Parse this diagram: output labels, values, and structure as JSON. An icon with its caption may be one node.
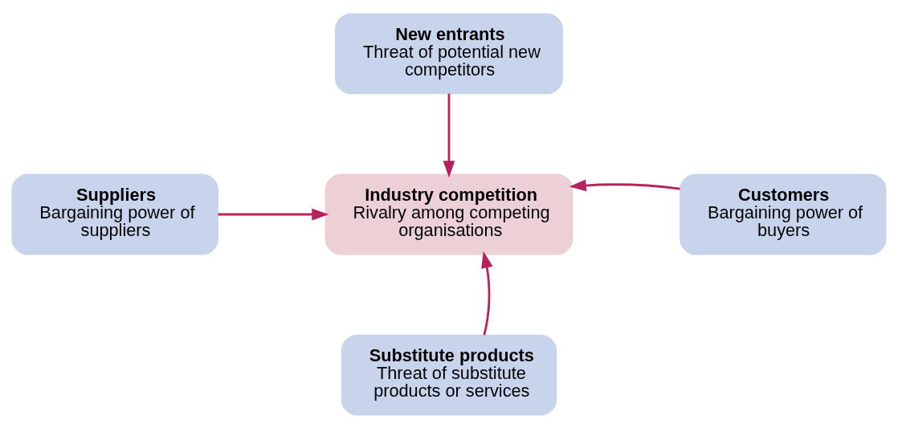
{
  "diagram": {
    "nodes": [
      {
        "text": [
          "New entrants",
          "Threat of potential new competitors"
        ]
      },
      {
        "text": [
          "Suppliers",
          "Bargaining power of suppliers"
        ]
      },
      {
        "text": [
          "Industry competition",
          "Rivalry among competing organisations"
        ]
      },
      {
        "text": [
          "Customers",
          "Bargaining power of buyers"
        ]
      },
      {
        "text": [
          "Substitute products",
          "Threat of substitute products or services"
        ]
      }
    ],
    "edges": [
      {
        "from": 0,
        "to": 2,
        "arrow": "to",
        "color": "#b8215f"
      },
      {
        "from": 1,
        "to": 2,
        "arrow": "to",
        "color": "#b8215f"
      },
      {
        "from": 3,
        "to": 2,
        "arrow": "to",
        "color": "#b8215f"
      },
      {
        "from": 4,
        "to": 2,
        "arrow": "to",
        "color": "#b8215f"
      }
    ]
  }
}
